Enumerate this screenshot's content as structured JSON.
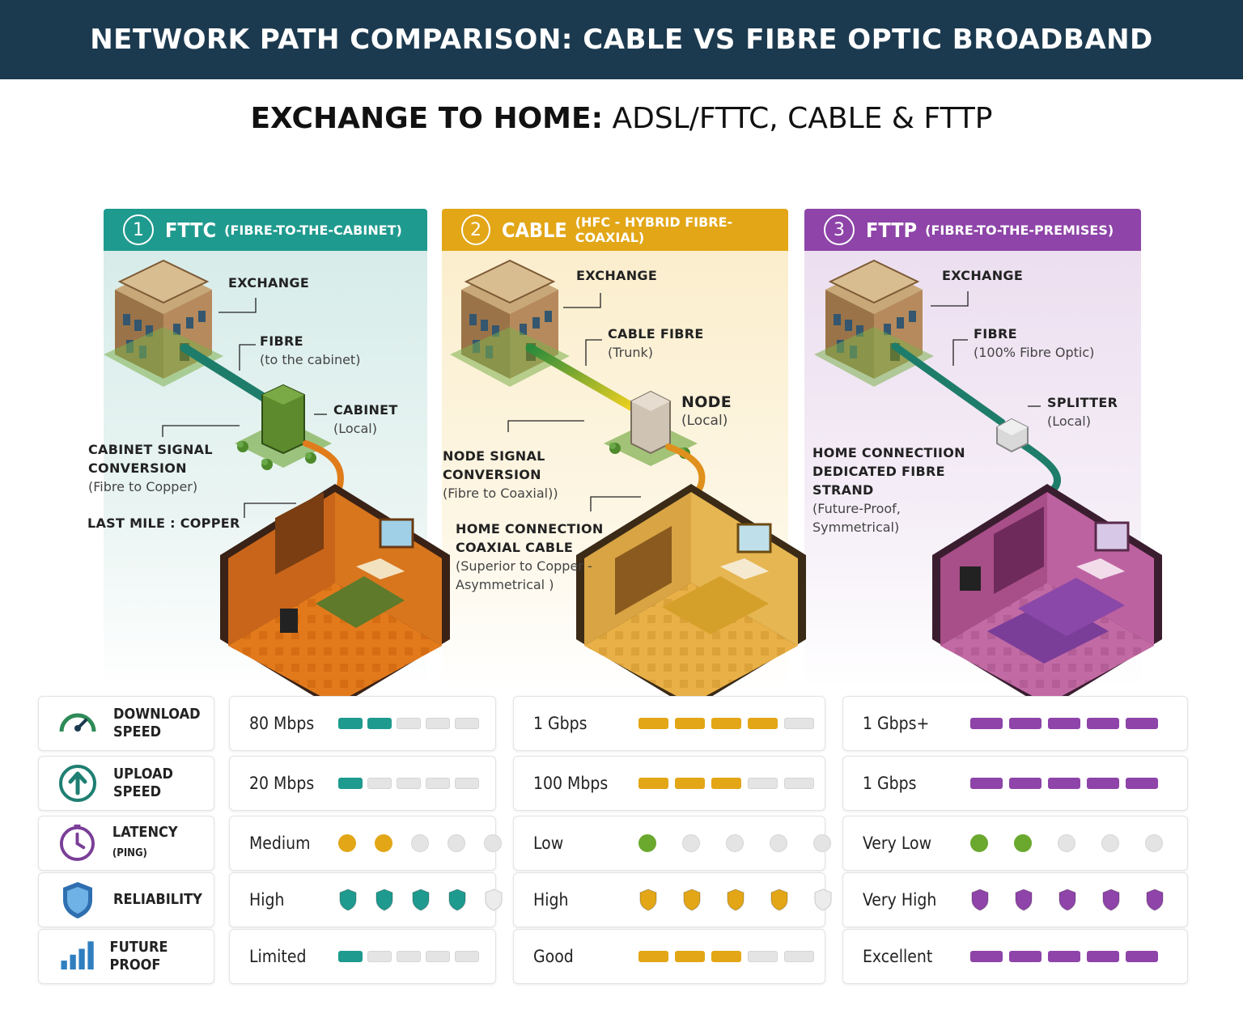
{
  "title": "NETWORK PATH COMPARISON: CABLE VS FIBRE OPTIC BROADBAND",
  "subtitle": {
    "bold": "EXCHANGE TO HOME:",
    "light": "ADSL/FTTC, CABLE & FTTP"
  },
  "colors": {
    "fttc": "#1f9a8e",
    "cable": "#e2a617",
    "fttp": "#8e44a8",
    "off": "#e4e4e4",
    "title_bg": "#1c3a4f"
  },
  "columns": [
    {
      "number": "1",
      "name": "FTTC",
      "subtitle": "(FIBRE-TO-THE-CABINET)",
      "labels": {
        "exchange": "EXCHANGE",
        "link_title": "FIBRE",
        "link_sub": "(to the cabinet)",
        "node_title": "CABINET",
        "node_sub": "(Local)",
        "conv_title": "CABINET SIGNAL CONVERSION",
        "conv_sub": "(Fibre to Copper)",
        "home_title": "LAST MILE : COPPER",
        "home_sub": ""
      }
    },
    {
      "number": "2",
      "name": "CABLE",
      "subtitle": "(HFC - HYBRID FIBRE-COAXIAL)",
      "labels": {
        "exchange": "EXCHANGE",
        "link_title": "CABLE FIBRE",
        "link_sub": "(Trunk)",
        "node_title": "NODE",
        "node_sub": "(Local)",
        "conv_title": "NODE SIGNAL CONVERSION",
        "conv_sub": "(Fibre to Coaxial))",
        "home_title": "HOME CONNECTION COAXIAL CABLE",
        "home_sub": "(Superior to Copper - Asymmetrical )"
      }
    },
    {
      "number": "3",
      "name": "FTTP",
      "subtitle": "(FIBRE-TO-THE-PREMISES)",
      "labels": {
        "exchange": "EXCHANGE",
        "link_title": "FIBRE",
        "link_sub": "(100% Fibre Optic)",
        "node_title": "SPLITTER",
        "node_sub": "(Local)",
        "conv_title": "",
        "conv_sub": "",
        "home_title": "HOME CONNECTIION DEDICATED FIBRE STRAND",
        "home_sub": "(Future-Proof, Symmetrical)"
      }
    }
  ],
  "metrics": [
    {
      "label": "DOWNLOAD SPEED",
      "label_small": "",
      "icon": "speedometer-icon",
      "indicator": "bar",
      "values": [
        {
          "text": "80 Mbps",
          "level": 2
        },
        {
          "text": "1 Gbps",
          "level": 4
        },
        {
          "text": "1 Gbps+",
          "level": 5
        }
      ]
    },
    {
      "label": "UPLOAD SPEED",
      "label_small": "",
      "icon": "upload-arrow-icon",
      "indicator": "bar",
      "values": [
        {
          "text": "20 Mbps",
          "level": 1
        },
        {
          "text": "100 Mbps",
          "level": 3
        },
        {
          "text": "1 Gbps",
          "level": 5
        }
      ]
    },
    {
      "label": "LATENCY",
      "label_small": "(PING)",
      "icon": "clock-icon",
      "indicator": "dot",
      "values": [
        {
          "text": "Medium",
          "level": 2
        },
        {
          "text": "Low",
          "level": 1
        },
        {
          "text": "Very Low",
          "level": 2
        }
      ]
    },
    {
      "label": "RELIABILITY",
      "label_small": "",
      "icon": "shield-icon",
      "indicator": "shield",
      "values": [
        {
          "text": "High",
          "level": 4
        },
        {
          "text": "High",
          "level": 4
        },
        {
          "text": "Very High",
          "level": 5
        }
      ]
    },
    {
      "label": "FUTURE PROOF",
      "label_small": "",
      "icon": "signal-bars-icon",
      "indicator": "bar",
      "values": [
        {
          "text": "Limited",
          "level": 1
        },
        {
          "text": "Good",
          "level": 3
        },
        {
          "text": "Excellent",
          "level": 5
        }
      ]
    }
  ],
  "latency_dot_colors": [
    "#e2a617",
    "#6aa82e",
    "#6aa82e"
  ]
}
